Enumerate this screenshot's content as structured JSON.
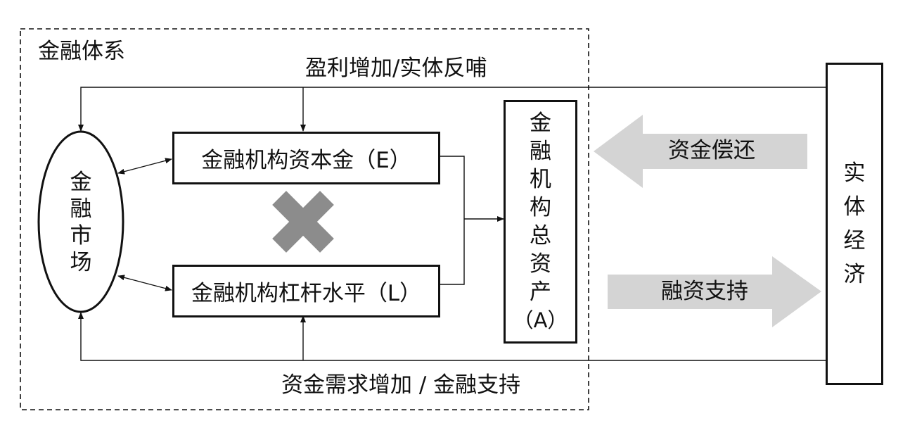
{
  "system_title": "金融体系",
  "top_flow_label": "盈利增加/实体反哺",
  "bottom_flow_label": "资金需求增加 / 金融支持",
  "market": {
    "label": [
      "金",
      "融",
      "市",
      "场"
    ]
  },
  "capital_box": {
    "label": "金融机构资本金（E）"
  },
  "leverage_box": {
    "label": "金融机构杠杆水平（L）"
  },
  "total_assets": {
    "label": [
      "金",
      "融",
      "机",
      "构",
      "总",
      "资",
      "产",
      "（A）"
    ]
  },
  "real_economy": {
    "label": [
      "实",
      "体",
      "经",
      "济"
    ]
  },
  "repay_arrow": {
    "label": "资金偿还"
  },
  "finance_arrow": {
    "label": "融资支持"
  },
  "colors": {
    "line": "#111111",
    "arrow_fill": "#d4d4d4",
    "multiply": "#8c8c8c"
  }
}
